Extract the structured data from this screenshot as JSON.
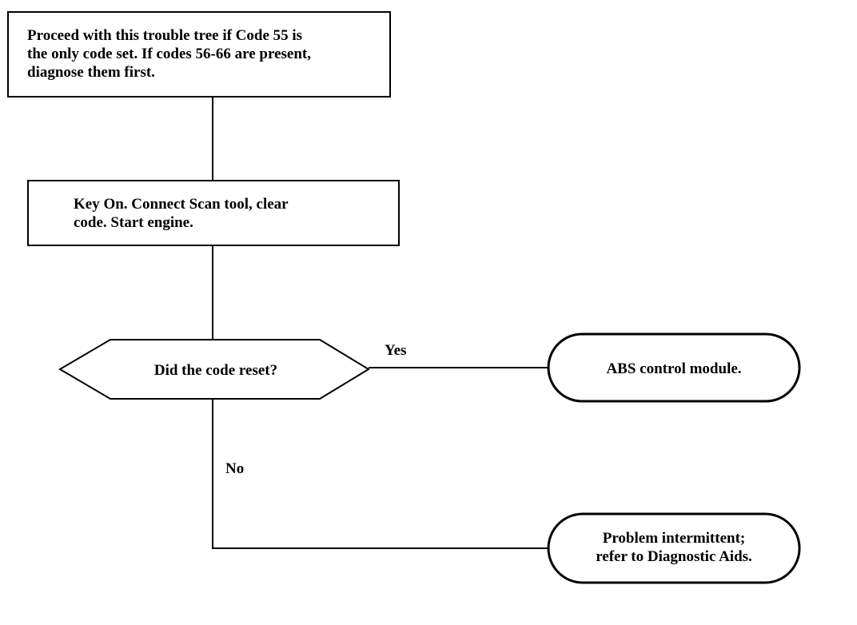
{
  "diagram": {
    "nodes": {
      "start": {
        "shape": "rectangle",
        "text": "Proceed with this trouble tree if Code 55 is\nthe only code set.  If codes 56-66 are present,\ndiagnose them first."
      },
      "step1": {
        "shape": "rectangle",
        "text": "Key On.  Connect Scan tool, clear\ncode.  Start engine."
      },
      "decision": {
        "shape": "hexagon",
        "text": "Did the code reset?"
      },
      "result_yes": {
        "shape": "rounded-terminal",
        "text": "ABS control module."
      },
      "result_no": {
        "shape": "rounded-terminal",
        "text": "Problem intermittent;\nrefer to Diagnostic Aids."
      }
    },
    "edges": [
      {
        "from": "start",
        "to": "step1",
        "label": ""
      },
      {
        "from": "step1",
        "to": "decision",
        "label": ""
      },
      {
        "from": "decision",
        "to": "result_yes",
        "label": "Yes"
      },
      {
        "from": "decision",
        "to": "result_no",
        "label": "No"
      }
    ]
  }
}
